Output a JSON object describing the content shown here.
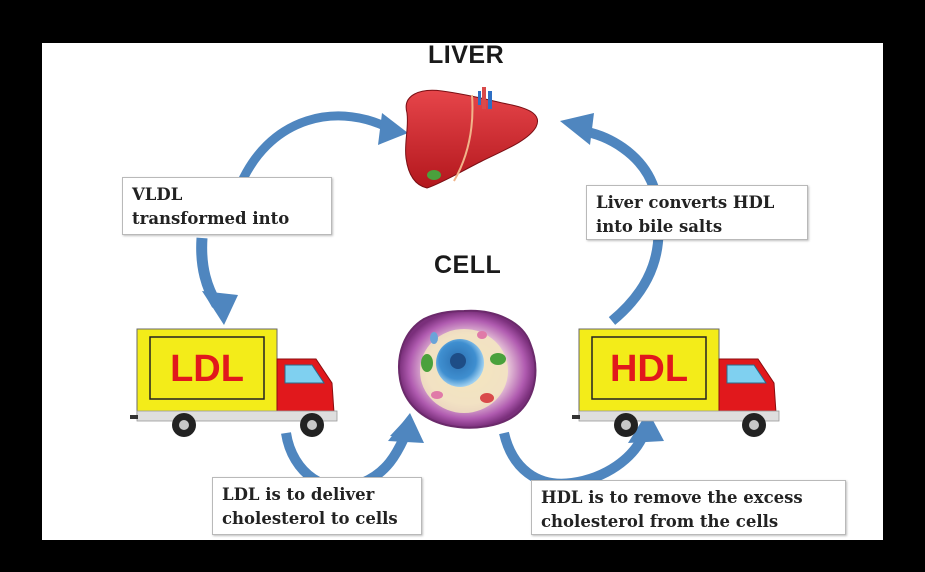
{
  "labels": {
    "liver": "LIVER",
    "cell": "CELL",
    "ldl_truck": "LDL",
    "hdl_truck": "HDL"
  },
  "notes": {
    "vldl": [
      "VLDL",
      "transformed into"
    ],
    "liver_converts": [
      "Liver converts HDL",
      "into bile salts"
    ],
    "ldl_deliver": [
      "LDL is to deliver",
      "cholesterol to cells"
    ],
    "hdl_remove": [
      "HDL is to remove the excess",
      "cholesterol from the cells"
    ]
  },
  "colors": {
    "background": "#000000",
    "canvas": "#ffffff",
    "arrow": "#4f86bf",
    "truck_body": "#f3ec19",
    "truck_cab": "#e1181c",
    "truck_text": "#e1181c",
    "liver": "#d8232a",
    "cell_membrane": "#8e3a8d"
  },
  "icons": {
    "liver": "liver-icon",
    "cell": "cell-icon",
    "ldl_truck": "truck-icon",
    "hdl_truck": "truck-icon"
  }
}
